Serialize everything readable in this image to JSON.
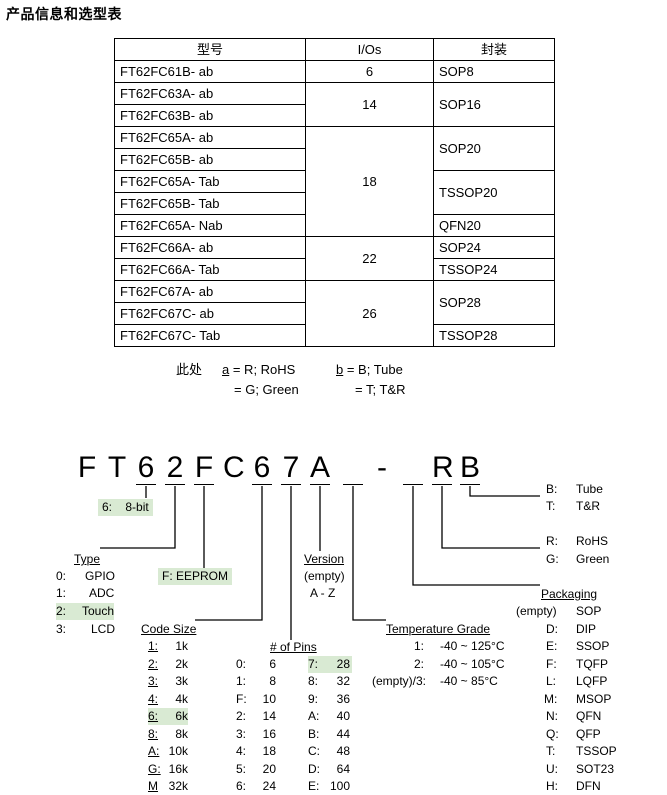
{
  "title": "产品信息和选型表",
  "table": {
    "headers": [
      "型号",
      "I/Os",
      "封装"
    ],
    "rows": [
      {
        "model": "FT62FC61B- ab"
      },
      {
        "model": "FT62FC63A- ab"
      },
      {
        "model": "FT62FC63B- ab"
      },
      {
        "model": "FT62FC65A- ab"
      },
      {
        "model": "FT62FC65B- ab"
      },
      {
        "model": "FT62FC65A- Tab"
      },
      {
        "model": "FT62FC65B- Tab"
      },
      {
        "model": "FT62FC65A- Nab"
      },
      {
        "model": "FT62FC66A- ab"
      },
      {
        "model": "FT62FC66A- Tab"
      },
      {
        "model": "FT62FC67A- ab"
      },
      {
        "model": "FT62FC67C- ab"
      },
      {
        "model": "FT62FC67C- Tab"
      }
    ],
    "ios": [
      "6",
      "14",
      "18",
      "22",
      "26"
    ],
    "packages": [
      "SOP8",
      "SOP16",
      "SOP20",
      "TSSOP20",
      "QFN20",
      "SOP24",
      "TSSOP24",
      "SOP28",
      "TSSOP28"
    ]
  },
  "notes": {
    "prefix": "此处",
    "a_key": "a",
    "a_line1": " = R; RoHS",
    "a_line2": "= G; Green",
    "b_key": "b",
    "b_line1": " = B; Tube",
    "b_line2": "= T; T&R"
  },
  "part_number": {
    "chars": [
      "F",
      "T",
      "6",
      "2",
      "F",
      "C",
      "6",
      "7",
      "A",
      "-",
      "R",
      "B"
    ],
    "bits": {
      "code": "6:",
      "value": "8-bit"
    },
    "type": {
      "header": "Type",
      "items": [
        {
          "code": "0:",
          "value": "GPIO"
        },
        {
          "code": "1:",
          "value": "ADC"
        },
        {
          "code": "2:",
          "value": "Touch"
        },
        {
          "code": "3:",
          "value": "LCD"
        }
      ]
    },
    "memory": "F: EEPROM",
    "version": {
      "header": "Version",
      "items": [
        "(empty)",
        "A - Z"
      ]
    },
    "code_size": {
      "header": "Code Size",
      "items": [
        {
          "code": "1:",
          "value": "1k"
        },
        {
          "code": "2:",
          "value": "2k"
        },
        {
          "code": "3:",
          "value": "3k"
        },
        {
          "code": "4:",
          "value": "4k"
        },
        {
          "code": "6:",
          "value": "6k"
        },
        {
          "code": "8:",
          "value": "8k"
        },
        {
          "code": "A:",
          "value": "10k"
        },
        {
          "code": "G:",
          "value": "16k"
        },
        {
          "code": "M",
          "value": "32k"
        }
      ]
    },
    "pins": {
      "header": "# of Pins",
      "left": [
        {
          "code": "0:",
          "value": "6"
        },
        {
          "code": "1:",
          "value": "8"
        },
        {
          "code": "F:",
          "value": "10"
        },
        {
          "code": "2:",
          "value": "14"
        },
        {
          "code": "3:",
          "value": "16"
        },
        {
          "code": "4:",
          "value": "18"
        },
        {
          "code": "5:",
          "value": "20"
        },
        {
          "code": "6:",
          "value": "24"
        }
      ],
      "right": [
        {
          "code": "7:",
          "value": "28"
        },
        {
          "code": "8:",
          "value": "32"
        },
        {
          "code": "9:",
          "value": "36"
        },
        {
          "code": "A:",
          "value": "40"
        },
        {
          "code": "B:",
          "value": "44"
        },
        {
          "code": "C:",
          "value": "48"
        },
        {
          "code": "D:",
          "value": "64"
        },
        {
          "code": "E:",
          "value": "100"
        }
      ]
    },
    "temperature": {
      "header": "Temperature Grade",
      "items": [
        {
          "code": "1:",
          "value": "-40 ~ 125°C"
        },
        {
          "code": "2:",
          "value": "-40 ~ 105°C"
        },
        {
          "code": "(empty)/3:",
          "value": "-40 ~ 85°C"
        }
      ]
    },
    "packing": {
      "items": [
        {
          "code": "B:",
          "value": "Tube"
        },
        {
          "code": "T:",
          "value": "T&R"
        }
      ]
    },
    "rohs": {
      "items": [
        {
          "code": "R:",
          "value": "RoHS"
        },
        {
          "code": "G:",
          "value": "Green"
        }
      ]
    },
    "packaging": {
      "header": "Packaging",
      "items": [
        {
          "code": "(empty)",
          "value": "SOP"
        },
        {
          "code": "D:",
          "value": "DIP"
        },
        {
          "code": "E:",
          "value": "SSOP"
        },
        {
          "code": "F:",
          "value": "TQFP"
        },
        {
          "code": "L:",
          "value": "LQFP"
        },
        {
          "code": "M:",
          "value": "MSOP"
        },
        {
          "code": "N:",
          "value": "QFN"
        },
        {
          "code": "Q:",
          "value": "QFP"
        },
        {
          "code": "T:",
          "value": "TSSOP"
        },
        {
          "code": "U:",
          "value": "SOT23"
        },
        {
          "code": "H:",
          "value": "DFN"
        }
      ]
    }
  }
}
